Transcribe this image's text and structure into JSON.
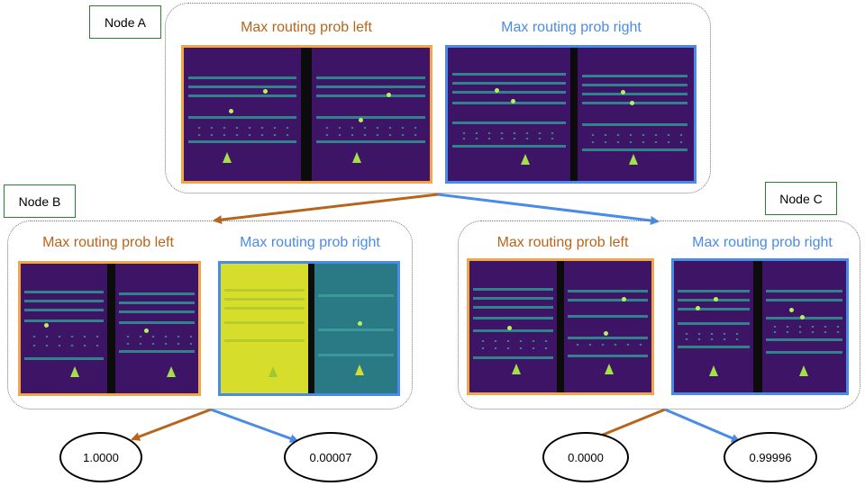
{
  "nodes": {
    "a": {
      "label": "Node A",
      "left_heading": "Max routing prob left",
      "right_heading": "Max routing prob right"
    },
    "b": {
      "label": "Node B",
      "left_heading": "Max routing prob left",
      "right_heading": "Max routing prob right"
    },
    "c": {
      "label": "Node C",
      "left_heading": "Max routing prob left",
      "right_heading": "Max routing prob right"
    }
  },
  "leaves": {
    "b_left": "1.0000",
    "b_right": "0.00007",
    "c_left": "0.0000",
    "c_right": "0.99996"
  },
  "colors": {
    "left": "#b8651b",
    "left_border": "#f3a54a",
    "right": "#4a8be8",
    "frame_bg": "#3e1466",
    "bright_frame": "#d6dd2a",
    "teal_frame": "#2a7a86"
  }
}
